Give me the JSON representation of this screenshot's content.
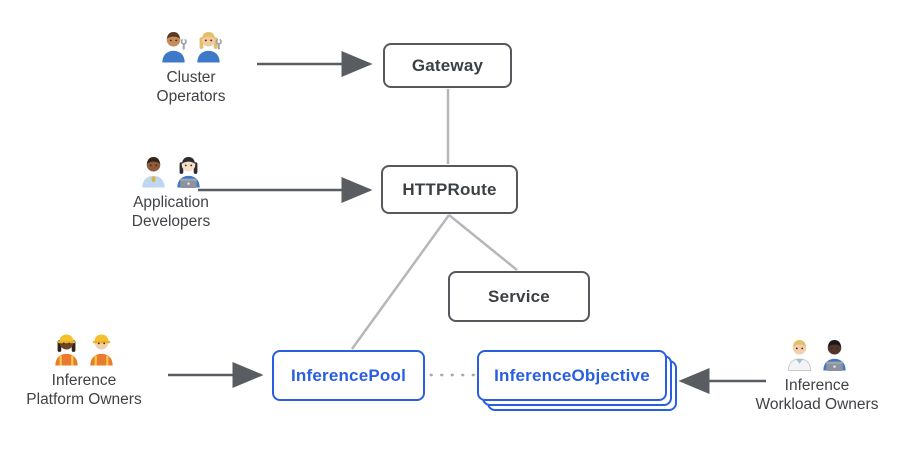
{
  "diagram": {
    "background": "#ffffff",
    "colors": {
      "accent_blue": "#2a5ee2",
      "box_border_gray": "#55585c",
      "box_text_gray": "#3c4043",
      "connector_gray": "#b5b7b9",
      "dotted_gray": "#a8abad",
      "arrow_dark": "#595c60"
    },
    "nodes": [
      {
        "id": "gateway",
        "label": "Gateway",
        "style": "gray"
      },
      {
        "id": "httproute",
        "label": "HTTPRoute",
        "style": "gray"
      },
      {
        "id": "service",
        "label": "Service",
        "style": "gray"
      },
      {
        "id": "inferencepool",
        "label": "InferencePool",
        "style": "blue"
      },
      {
        "id": "inferenceobjective",
        "label": "InferenceObjective",
        "style": "blue",
        "stacked": true
      }
    ],
    "personas": [
      {
        "id": "cluster-operators",
        "label_lines": [
          "Cluster",
          "Operators"
        ],
        "icons": [
          "man-mechanic-icon",
          "woman-mechanic-icon"
        ]
      },
      {
        "id": "application-developers",
        "label_lines": [
          "Application",
          "Developers"
        ],
        "icons": [
          "man-office-worker-icon",
          "woman-technologist-icon"
        ]
      },
      {
        "id": "inference-platform-owners",
        "label_lines": [
          "Inference",
          "Platform Owners"
        ],
        "icons": [
          "woman-construction-worker-icon",
          "man-construction-worker-icon"
        ]
      },
      {
        "id": "inference-workload-owners",
        "label_lines": [
          "Inference",
          "Workload Owners"
        ],
        "icons": [
          "health-worker-icon",
          "man-technologist-icon"
        ]
      }
    ],
    "edges": [
      {
        "from": "cluster-operators",
        "to": "gateway",
        "style": "arrow"
      },
      {
        "from": "gateway",
        "to": "httproute",
        "style": "line"
      },
      {
        "from": "application-developers",
        "to": "httproute",
        "style": "arrow"
      },
      {
        "from": "httproute",
        "to": "inferencepool",
        "style": "line"
      },
      {
        "from": "httproute",
        "to": "service",
        "style": "line"
      },
      {
        "from": "inferencepool",
        "to": "inferenceobjective",
        "style": "dotted"
      },
      {
        "from": "inference-workload-owners",
        "to": "inferenceobjective",
        "style": "arrow"
      }
    ]
  }
}
